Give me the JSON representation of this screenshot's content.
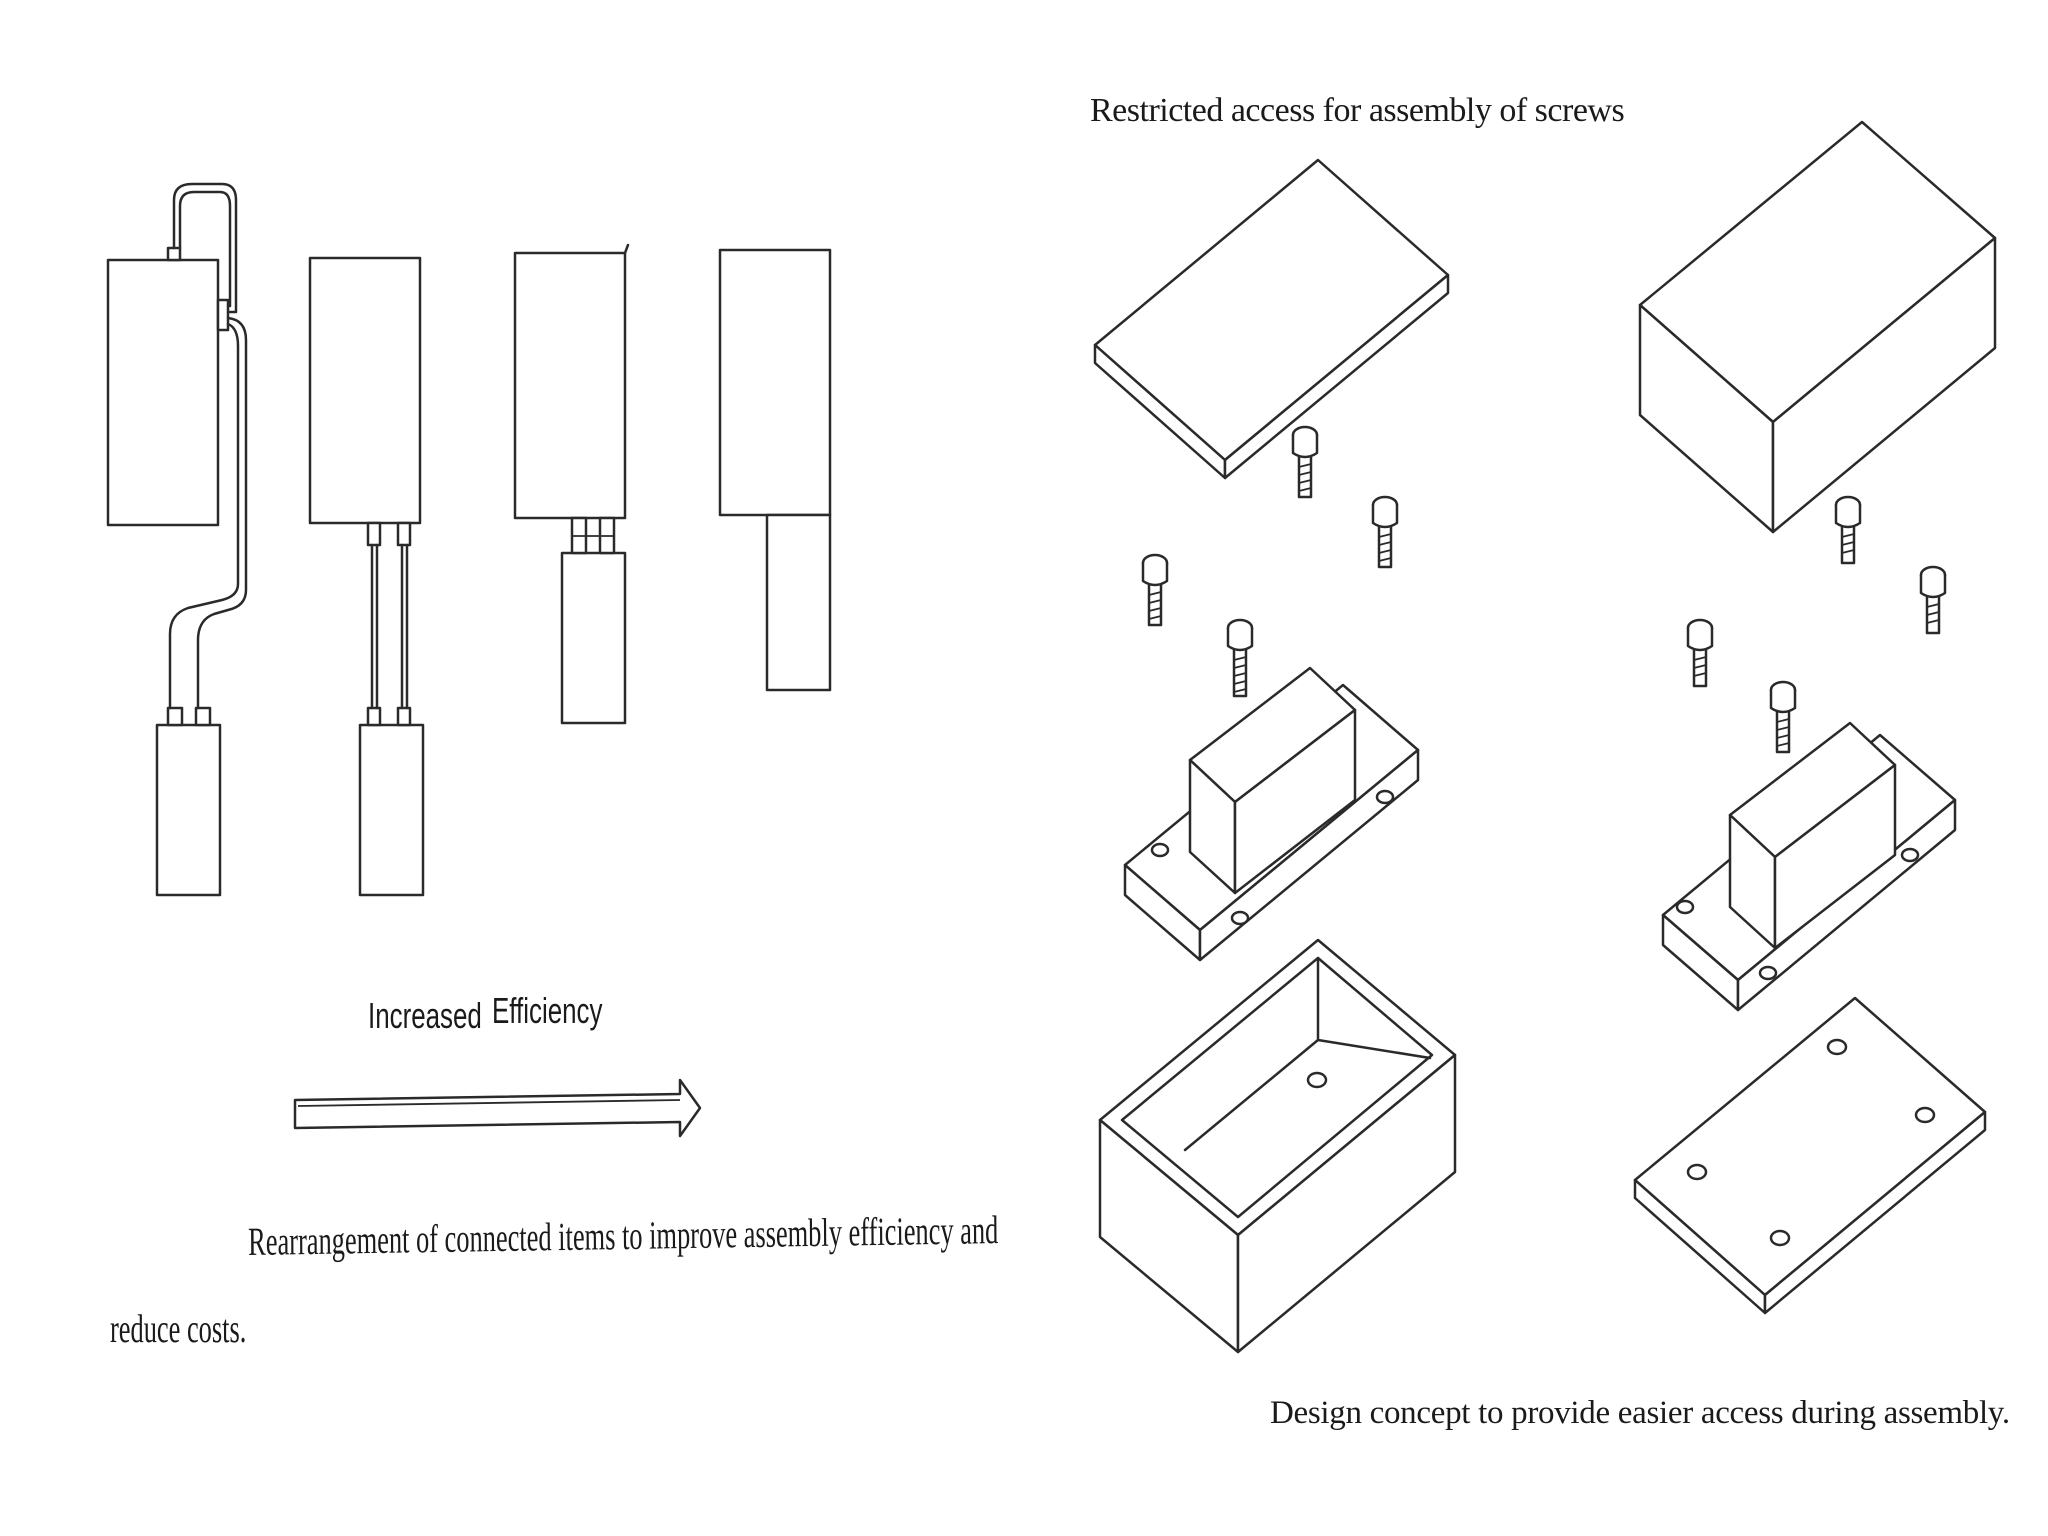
{
  "captions": {
    "restricted_access": "Restricted access for assembly of screws",
    "increased": "Increased",
    "efficiency": "Efficiency",
    "rearrangement_line1": "Rearrangement of connected items to improve assembly efficiency and",
    "rearrangement_line2": "reduce costs.",
    "design_concept": "Design concept to provide easier access during assembly."
  },
  "colors": {
    "line": "#2a2a2a",
    "background": "#ffffff"
  }
}
